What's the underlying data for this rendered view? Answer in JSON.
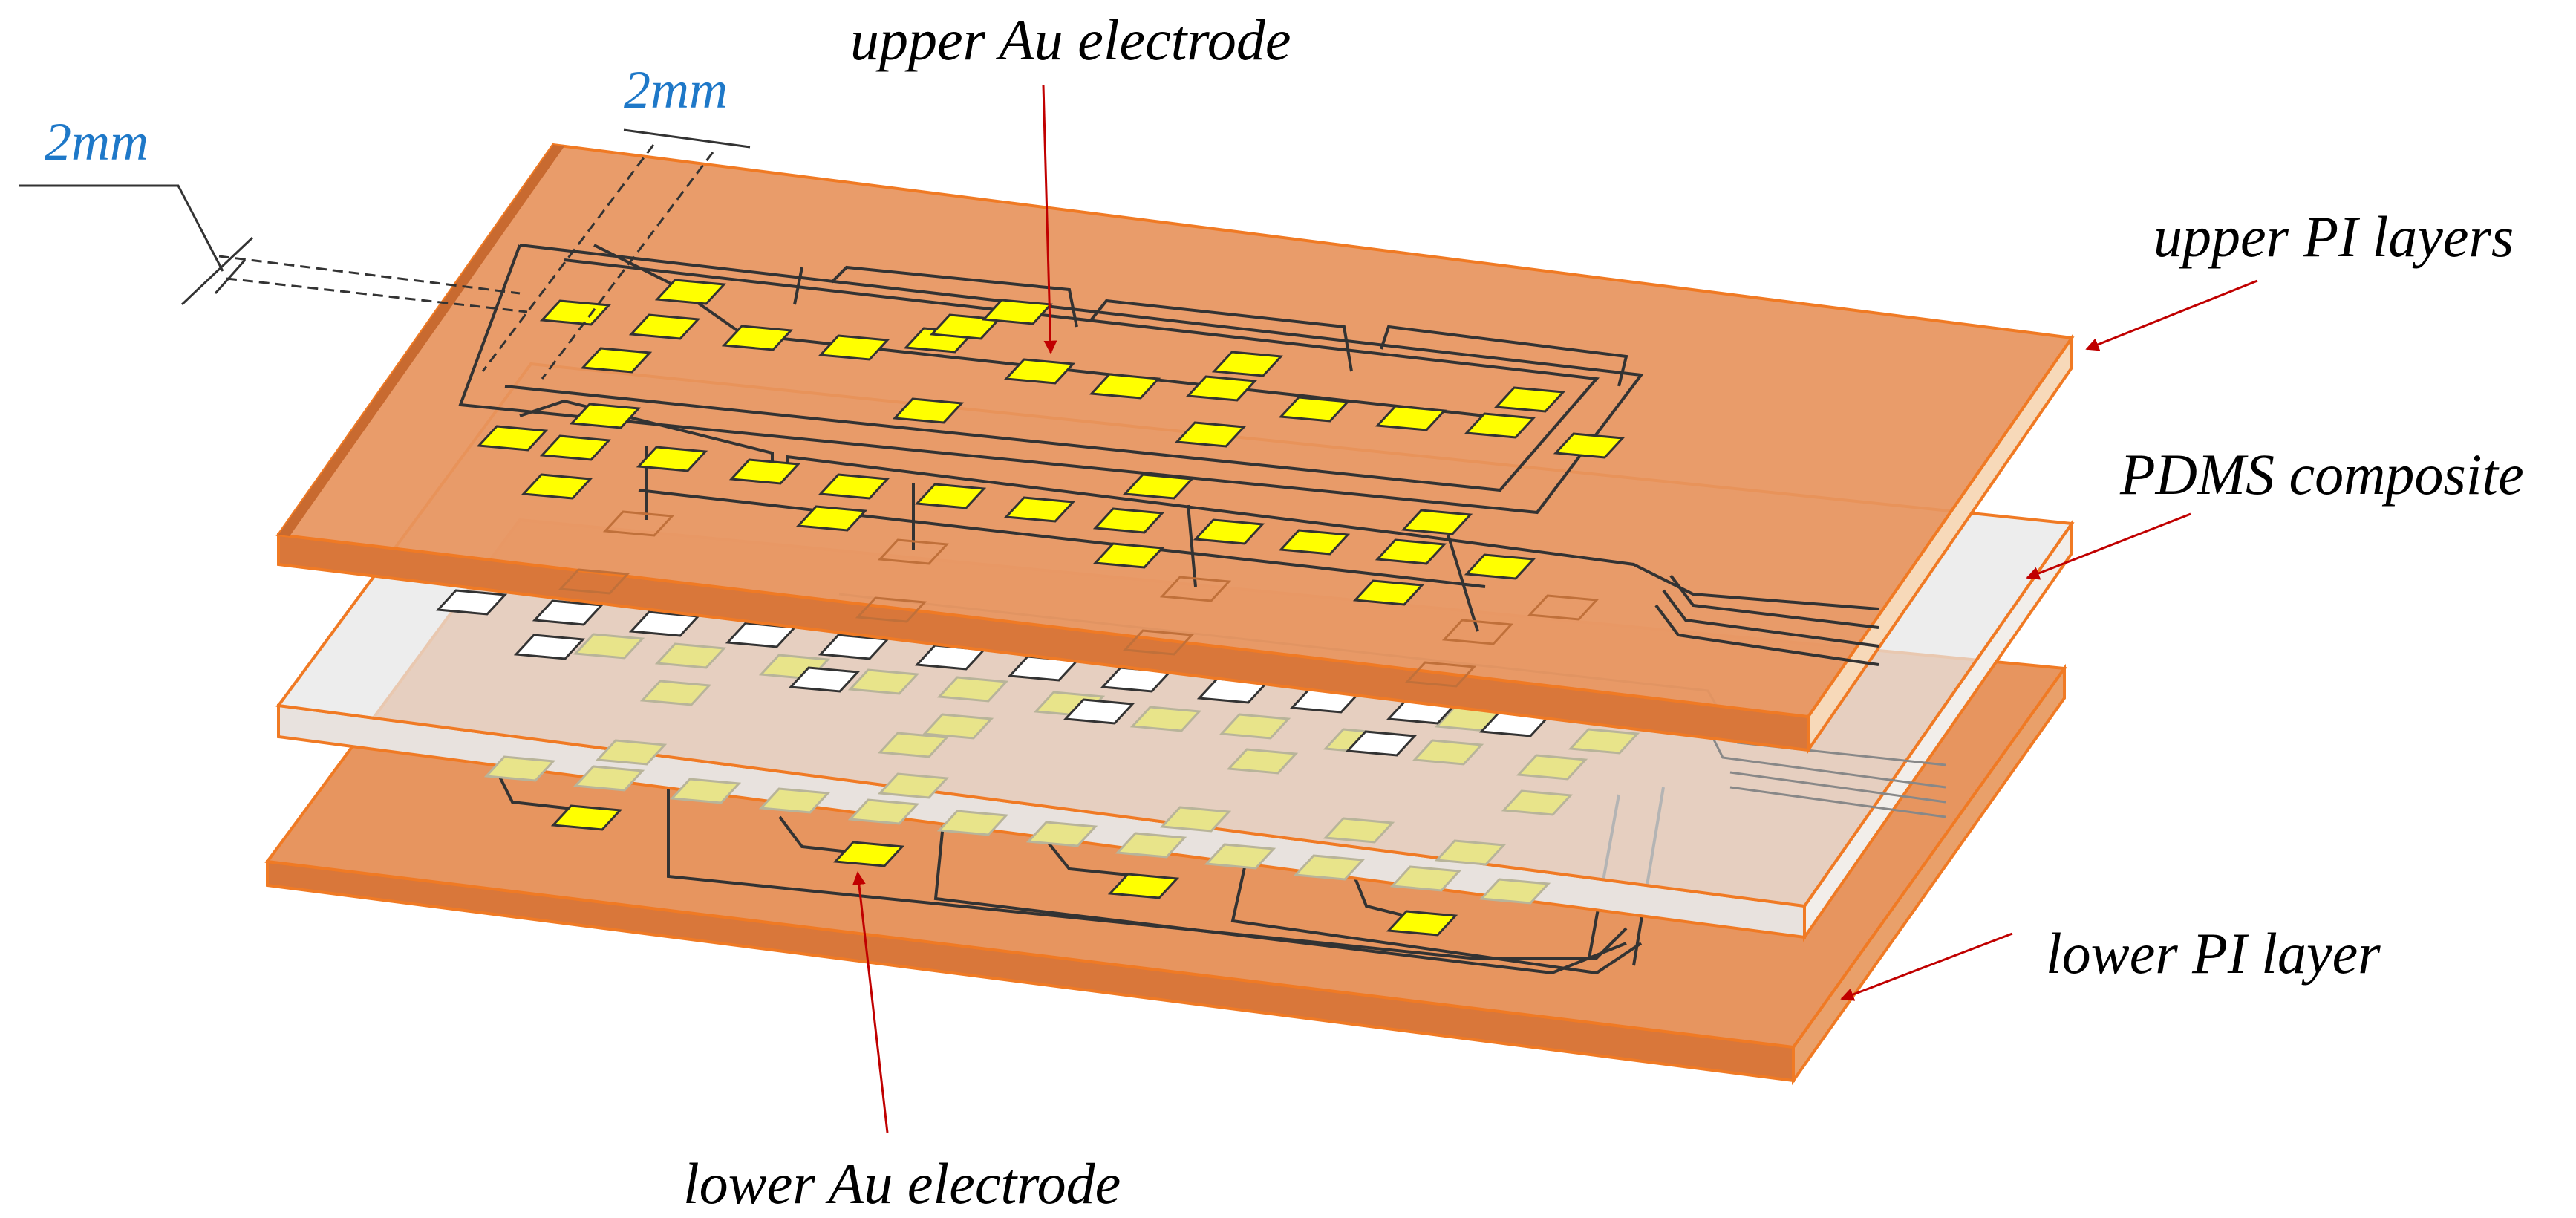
{
  "labels": {
    "upper_au_electrode": "upper Au electrode",
    "upper_pi_layers": "upper PI layers",
    "pdms_composite": "PDMS composite",
    "lower_pi_layer": "lower PI layer",
    "lower_au_electrode": "lower Au electrode",
    "dim_left": "2mm",
    "dim_top": "2mm"
  },
  "colors": {
    "pi_face": "#E7955F",
    "pi_edge": "#F07A24",
    "pi_side": "#D9773A",
    "pdms_face": "#E6E6E6",
    "electrode": "#FFFF00",
    "electrode_faded": "#E8E48A",
    "pdms_pad": "#FFFFFF",
    "trace": "#333333",
    "arrow": "#C00000",
    "dimension_text": "#1E78C8"
  }
}
